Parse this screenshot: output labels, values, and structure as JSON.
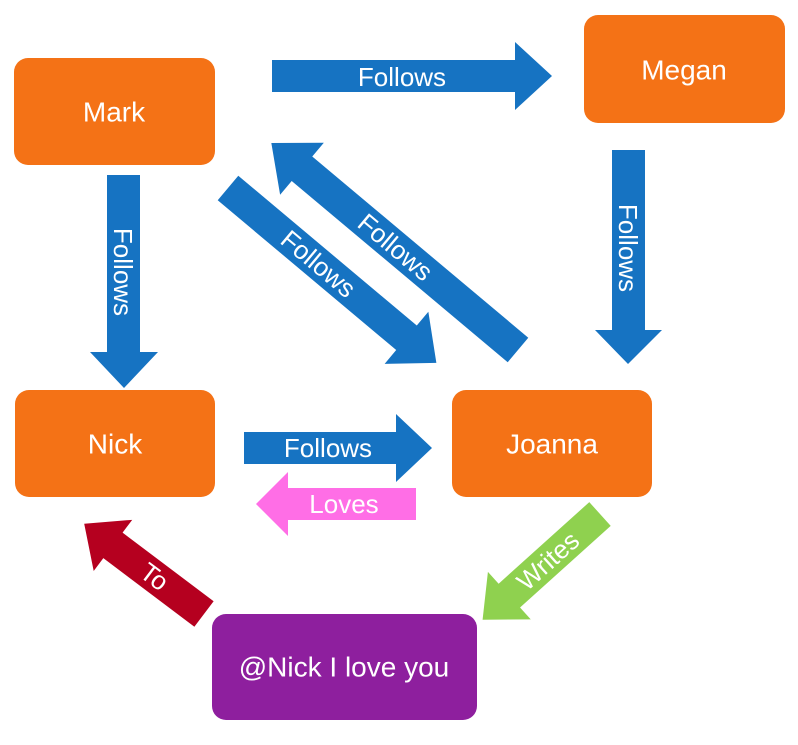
{
  "nodes": {
    "mark": {
      "label": "Mark",
      "color": "#f47216"
    },
    "megan": {
      "label": "Megan",
      "color": "#f47216"
    },
    "nick": {
      "label": "Nick",
      "color": "#f47216"
    },
    "joanna": {
      "label": "Joanna",
      "color": "#f47216"
    },
    "tweet": {
      "label": "@Nick I love you",
      "color": "#8e1f9e"
    }
  },
  "edges": {
    "mark_megan": {
      "label": "Follows",
      "from": "Mark",
      "to": "Megan",
      "color": "#1673c2"
    },
    "megan_joanna": {
      "label": "Follows",
      "from": "Megan",
      "to": "Joanna",
      "color": "#1673c2"
    },
    "mark_nick": {
      "label": "Follows",
      "from": "Mark",
      "to": "Nick",
      "color": "#1673c2"
    },
    "mark_joanna": {
      "label": "Follows",
      "from": "Mark",
      "to": "Joanna",
      "color": "#1673c2"
    },
    "joanna_mark": {
      "label": "Follows",
      "from": "Joanna",
      "to": "Mark",
      "color": "#1673c2"
    },
    "nick_joanna": {
      "label": "Follows",
      "from": "Nick",
      "to": "Joanna",
      "color": "#1673c2"
    },
    "joanna_nick": {
      "label": "Loves",
      "from": "Joanna",
      "to": "Nick",
      "color": "#ff6ee6"
    },
    "joanna_tweet": {
      "label": "Writes",
      "from": "Joanna",
      "to": "@Nick I love you",
      "color": "#8fd14f"
    },
    "tweet_nick": {
      "label": "To",
      "from": "@Nick I love you",
      "to": "Nick",
      "color": "#b5001f"
    }
  }
}
